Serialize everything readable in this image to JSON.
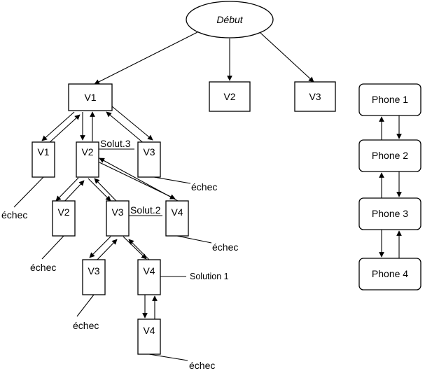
{
  "root": {
    "label": "Début"
  },
  "level1": [
    "V1",
    "V2",
    "V3"
  ],
  "tree": {
    "n_v1_left": "V1",
    "n_v2_mid": "V2",
    "n_v3_right": "V3",
    "n_v2_low": "V2",
    "n_v3_low": "V3",
    "n_v4_low": "V4",
    "n_v3_deep": "V3",
    "n_v4_deep": "V4",
    "n_v4_last": "V4"
  },
  "annotations": {
    "solut3": "Solut.3",
    "solut2": "Solut.2",
    "solution1": "Solution 1",
    "echec": "échec"
  },
  "phones": [
    "Phone 1",
    "Phone 2",
    "Phone 3",
    "Phone 4"
  ]
}
